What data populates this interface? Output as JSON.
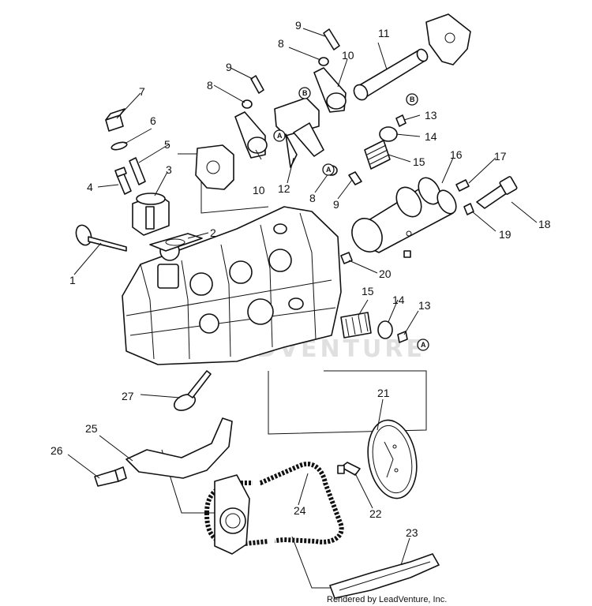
{
  "callouts": [
    "1",
    "2",
    "3",
    "4",
    "5",
    "6",
    "7",
    "8",
    "8",
    "8",
    "9",
    "9",
    "9",
    "10",
    "10",
    "11",
    "12",
    "13",
    "13",
    "14",
    "14",
    "15",
    "15",
    "16",
    "17",
    "18",
    "19",
    "20",
    "21",
    "22",
    "23",
    "24",
    "25",
    "26",
    "27"
  ],
  "markers": [
    "A",
    "B",
    "A",
    "B",
    "A"
  ],
  "watermark": "LEADVENTURE",
  "credit": "Rendered by LeadVenture, Inc."
}
